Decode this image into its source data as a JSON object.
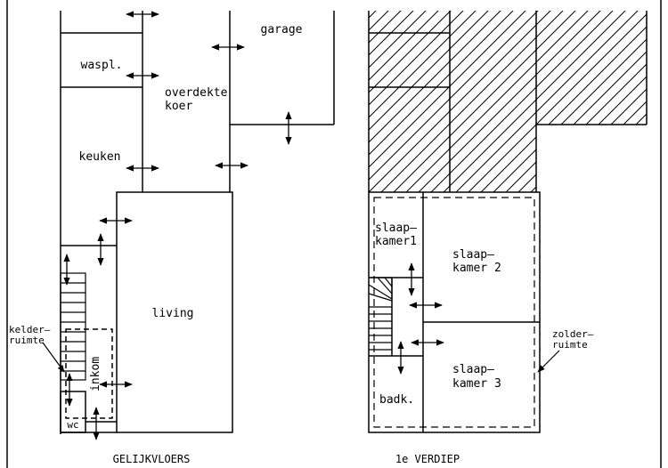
{
  "ground_floor": {
    "title": "GELIJKVLOERS",
    "rooms": {
      "wasplaats": "waspl.",
      "covered_yard_line1": "overdekte",
      "covered_yard_line2": "koer",
      "garage": "garage",
      "kitchen": "keuken",
      "living": "living",
      "entrance": "inkom",
      "toilet": "wc"
    },
    "annotation": {
      "cellar_line1": "kelder–",
      "cellar_line2": "ruimte"
    }
  },
  "first_floor": {
    "title": "1e VERDIEP",
    "rooms": {
      "bedroom1_line1": "slaap–",
      "bedroom1_line2": "kamer1",
      "bedroom2_line1": "slaap–",
      "bedroom2_line2": "kamer 2",
      "bedroom3_line1": "slaap–",
      "bedroom3_line2": "kamer 3",
      "bathroom": "badk."
    },
    "annotation": {
      "attic_line1": "zolder–",
      "attic_line2": "ruimte"
    }
  }
}
